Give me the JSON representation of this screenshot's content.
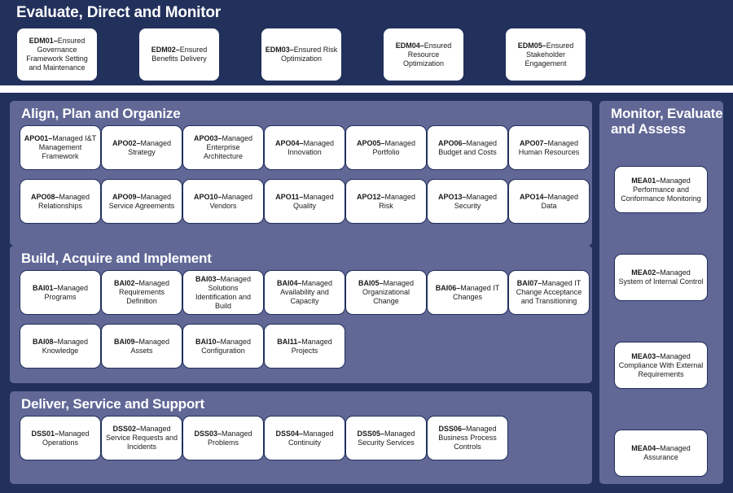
{
  "theme": {
    "background": "#22305c",
    "panel_fill": "#616896",
    "card_fill": "#ffffff",
    "card_border": "#22305c",
    "title_color": "#ffffff",
    "text_color": "#1a1a1a",
    "divider": "#ffffff"
  },
  "domains": {
    "edm": {
      "title": "Evaluate, Direct and Monitor",
      "objectives": [
        {
          "code": "EDM01",
          "sep": "–",
          "name": "Ensured Governance Framework Setting and Maintenance"
        },
        {
          "code": "EDM02",
          "sep": "–",
          "name": "Ensured Benefits Delivery"
        },
        {
          "code": "EDM03",
          "sep": "–",
          "name": "Ensured Risk Optimization"
        },
        {
          "code": "EDM04",
          "sep": "–",
          "name": "Ensured Resource Optimization"
        },
        {
          "code": "EDM05",
          "sep": "–",
          "name": "Ensured Stakeholder Engagement"
        }
      ]
    },
    "apo": {
      "title": "Align, Plan and Organize",
      "objectives": [
        {
          "code": "APO01",
          "sep": "–",
          "name": "Managed I&T Management Framework"
        },
        {
          "code": "APO02",
          "sep": "–",
          "name": "Managed Strategy"
        },
        {
          "code": "APO03",
          "sep": "–",
          "name": "Managed Enterprise Architecture"
        },
        {
          "code": "APO04",
          "sep": "–",
          "name": "Managed Innovation"
        },
        {
          "code": "APO05",
          "sep": "–",
          "name": "Managed Portfolio"
        },
        {
          "code": "APO06",
          "sep": "–",
          "name": "Managed Budget and Costs"
        },
        {
          "code": "APO07",
          "sep": "–",
          "name": "Managed Human Resources"
        },
        {
          "code": "APO08",
          "sep": "–",
          "name": "Managed Relationships"
        },
        {
          "code": "APO09",
          "sep": "–",
          "name": "Managed Service Agreements"
        },
        {
          "code": "APO10",
          "sep": "–",
          "name": "Managed Vendors"
        },
        {
          "code": "APO11",
          "sep": "–",
          "name": "Managed Quality"
        },
        {
          "code": "APO12",
          "sep": "–",
          "name": "Managed Risk"
        },
        {
          "code": "APO13",
          "sep": "–",
          "name": "Managed Security"
        },
        {
          "code": "APO14",
          "sep": "–",
          "name": "Managed Data"
        }
      ]
    },
    "bai": {
      "title": "Build, Acquire and Implement",
      "objectives": [
        {
          "code": "BAI01",
          "sep": "–",
          "name": "Managed Programs"
        },
        {
          "code": "BAI02",
          "sep": "–",
          "name": "Managed Requirements Definition"
        },
        {
          "code": "BAI03",
          "sep": "–",
          "name": "Managed Solutions Identification and Build"
        },
        {
          "code": "BAI04",
          "sep": "–",
          "name": "Managed Availability and Capacity"
        },
        {
          "code": "BAI05",
          "sep": "–",
          "name": "Managed Organizational Change"
        },
        {
          "code": "BAI06",
          "sep": "–",
          "name": "Managed IT Changes"
        },
        {
          "code": "BAI07",
          "sep": "–",
          "name": "Managed IT Change Acceptance and Transitioning"
        },
        {
          "code": "BAI08",
          "sep": "–",
          "name": "Managed Knowledge"
        },
        {
          "code": "BAI09",
          "sep": "–",
          "name": "Managed Assets"
        },
        {
          "code": "BAI10",
          "sep": "–",
          "name": "Managed Configuration"
        },
        {
          "code": "BAI11",
          "sep": "–",
          "name": "Managed Projects"
        }
      ]
    },
    "dss": {
      "title": "Deliver, Service and Support",
      "objectives": [
        {
          "code": "DSS01",
          "sep": "–",
          "name": "Managed Operations"
        },
        {
          "code": "DSS02",
          "sep": "–",
          "name": "Managed Service Requests and Incidents"
        },
        {
          "code": "DSS03",
          "sep": "–",
          "name": "Managed Problems"
        },
        {
          "code": "DSS04",
          "sep": "–",
          "name": "Managed Continuity"
        },
        {
          "code": "DSS05",
          "sep": "–",
          "name": "Managed Security Services"
        },
        {
          "code": "DSS06",
          "sep": "–",
          "name": "Managed Business Process Controls"
        }
      ]
    },
    "mea": {
      "title": "Monitor, Evaluate and Assess",
      "objectives": [
        {
          "code": "MEA01",
          "sep": "–",
          "name": "Managed Performance and Conformance Monitoring"
        },
        {
          "code": "MEA02",
          "sep": "–",
          "name": "Managed System of Internal Control"
        },
        {
          "code": "MEA03",
          "sep": "–",
          "name": "Managed Compliance With External Requirements"
        },
        {
          "code": "MEA04",
          "sep": "–",
          "name": "Managed Assurance"
        }
      ]
    }
  }
}
